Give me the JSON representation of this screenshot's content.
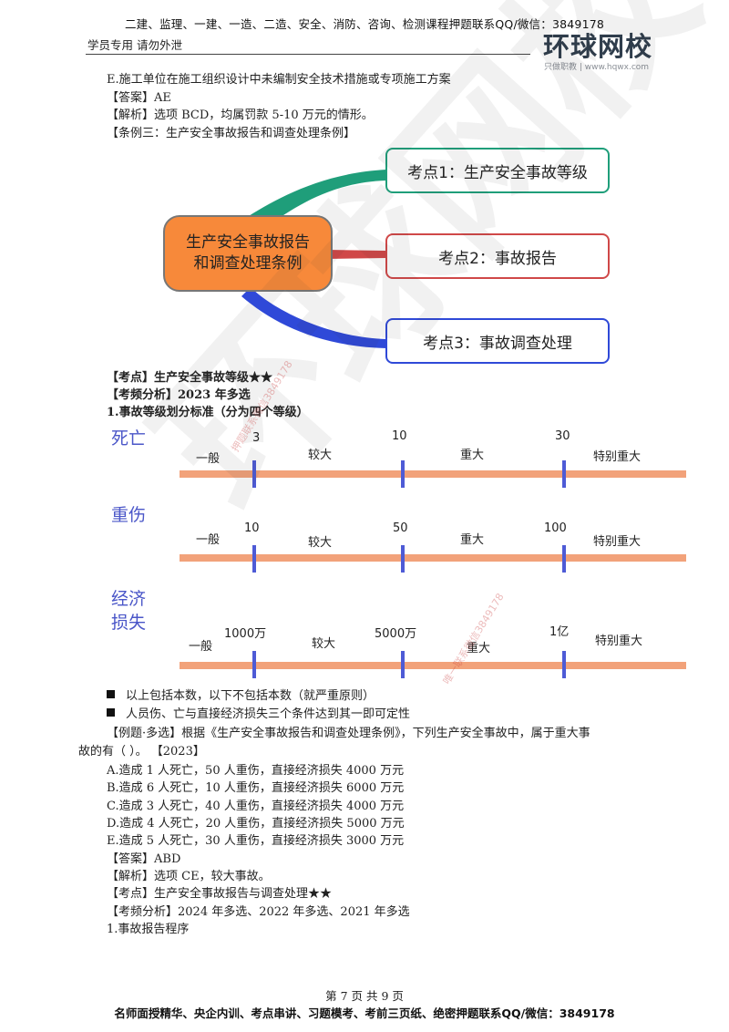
{
  "header": {
    "top_line": "二建、监理、一建、一造、二造、安全、消防、咨询、检测课程押题联系QQ/微信：3849178",
    "left_note": "学员专用 请勿外泄",
    "logo_main": "环球网校",
    "logo_sub": "只做职教 | www.hqwx.com"
  },
  "section1": {
    "option_e": "E.施工单位在施工组织设计中未编制安全技术措施或专项施工方案",
    "answer": "【答案】AE",
    "analysis": "【解析】选项 BCD，均属罚款 5-10 万元的情形。",
    "case_title": "【条例三：生产安全事故报告和调查处理条例】"
  },
  "mindmap": {
    "center_line1": "生产安全事故报告",
    "center_line2": "和调查处理条例",
    "node1": "考点1：生产安全事故等级",
    "node2": "考点2：事故报告",
    "node3": "考点3：事故调查处理",
    "colors": {
      "center": "#f7893a",
      "node1": "#1f9e7a",
      "node2": "#d04848",
      "node3": "#2f49d8"
    }
  },
  "section2": {
    "kaodian": "【考点】生产安全事故等级★★",
    "kaopin": "【考频分析】2023 年多选",
    "heading": "1.事故等级划分标准（分为四个等级）"
  },
  "severity_chart": {
    "rows": [
      {
        "label_lines": [
          "死亡"
        ],
        "levels": [
          "一般",
          "较大",
          "重大",
          "特别重大"
        ],
        "thresholds": [
          "3",
          "10",
          "30"
        ]
      },
      {
        "label_lines": [
          "重伤"
        ],
        "levels": [
          "一般",
          "较大",
          "重大",
          "特别重大"
        ],
        "thresholds": [
          "10",
          "50",
          "100"
        ]
      },
      {
        "label_lines": [
          "经济",
          "损失"
        ],
        "levels": [
          "一般",
          "较大",
          "重大",
          "特别重大"
        ],
        "thresholds": [
          "1000万",
          "5000万",
          "1亿"
        ]
      }
    ],
    "colors": {
      "bar": "#f2a27a",
      "tick": "#4e5bd6",
      "label": "#4a56c8"
    }
  },
  "notes": [
    "以上包括本数，以下不包括本数（就严重原则）",
    "人员伤、亡与直接经济损失三个条件达到其一即可定性"
  ],
  "example": {
    "stem_line1": "【例题·多选】根据《生产安全事故报告和调查处理条例》，下列生产安全事故中，属于重大事",
    "stem_line2": "故的有（    ）。  【2023】",
    "options": [
      "A.造成 1 人死亡，50 人重伤，直接经济损失 4000 万元",
      "B.造成 6 人死亡，10 人重伤，直接经济损失 6000 万元",
      "C.造成 3 人死亡，40 人重伤，直接经济损失 4000 万元",
      "D.造成 4 人死亡，20 人重伤，直接经济损失 5000 万元",
      "E.造成 5 人死亡，30 人重伤，直接经济损失 3000 万元"
    ],
    "answer": "【答案】ABD",
    "analysis": "【解析】选项 CE，较大事故。"
  },
  "section3": {
    "kaodian": "【考点】生产安全事故报告与调查处理★★",
    "kaopin": "【考频分析】2024 年多选、2022 年多选、2021 年多选",
    "heading": "1.事故报告程序"
  },
  "watermark": {
    "big": "环球网校",
    "small1": "押题联系微信3849178",
    "small2": "唯一联系微信3849178"
  },
  "footer": {
    "page": "第 7 页 共 9 页",
    "promo": "名师面授精华、央企内训、考点串讲、习题模考、考前三页纸、绝密押题联系QQ/微信：3849178"
  }
}
